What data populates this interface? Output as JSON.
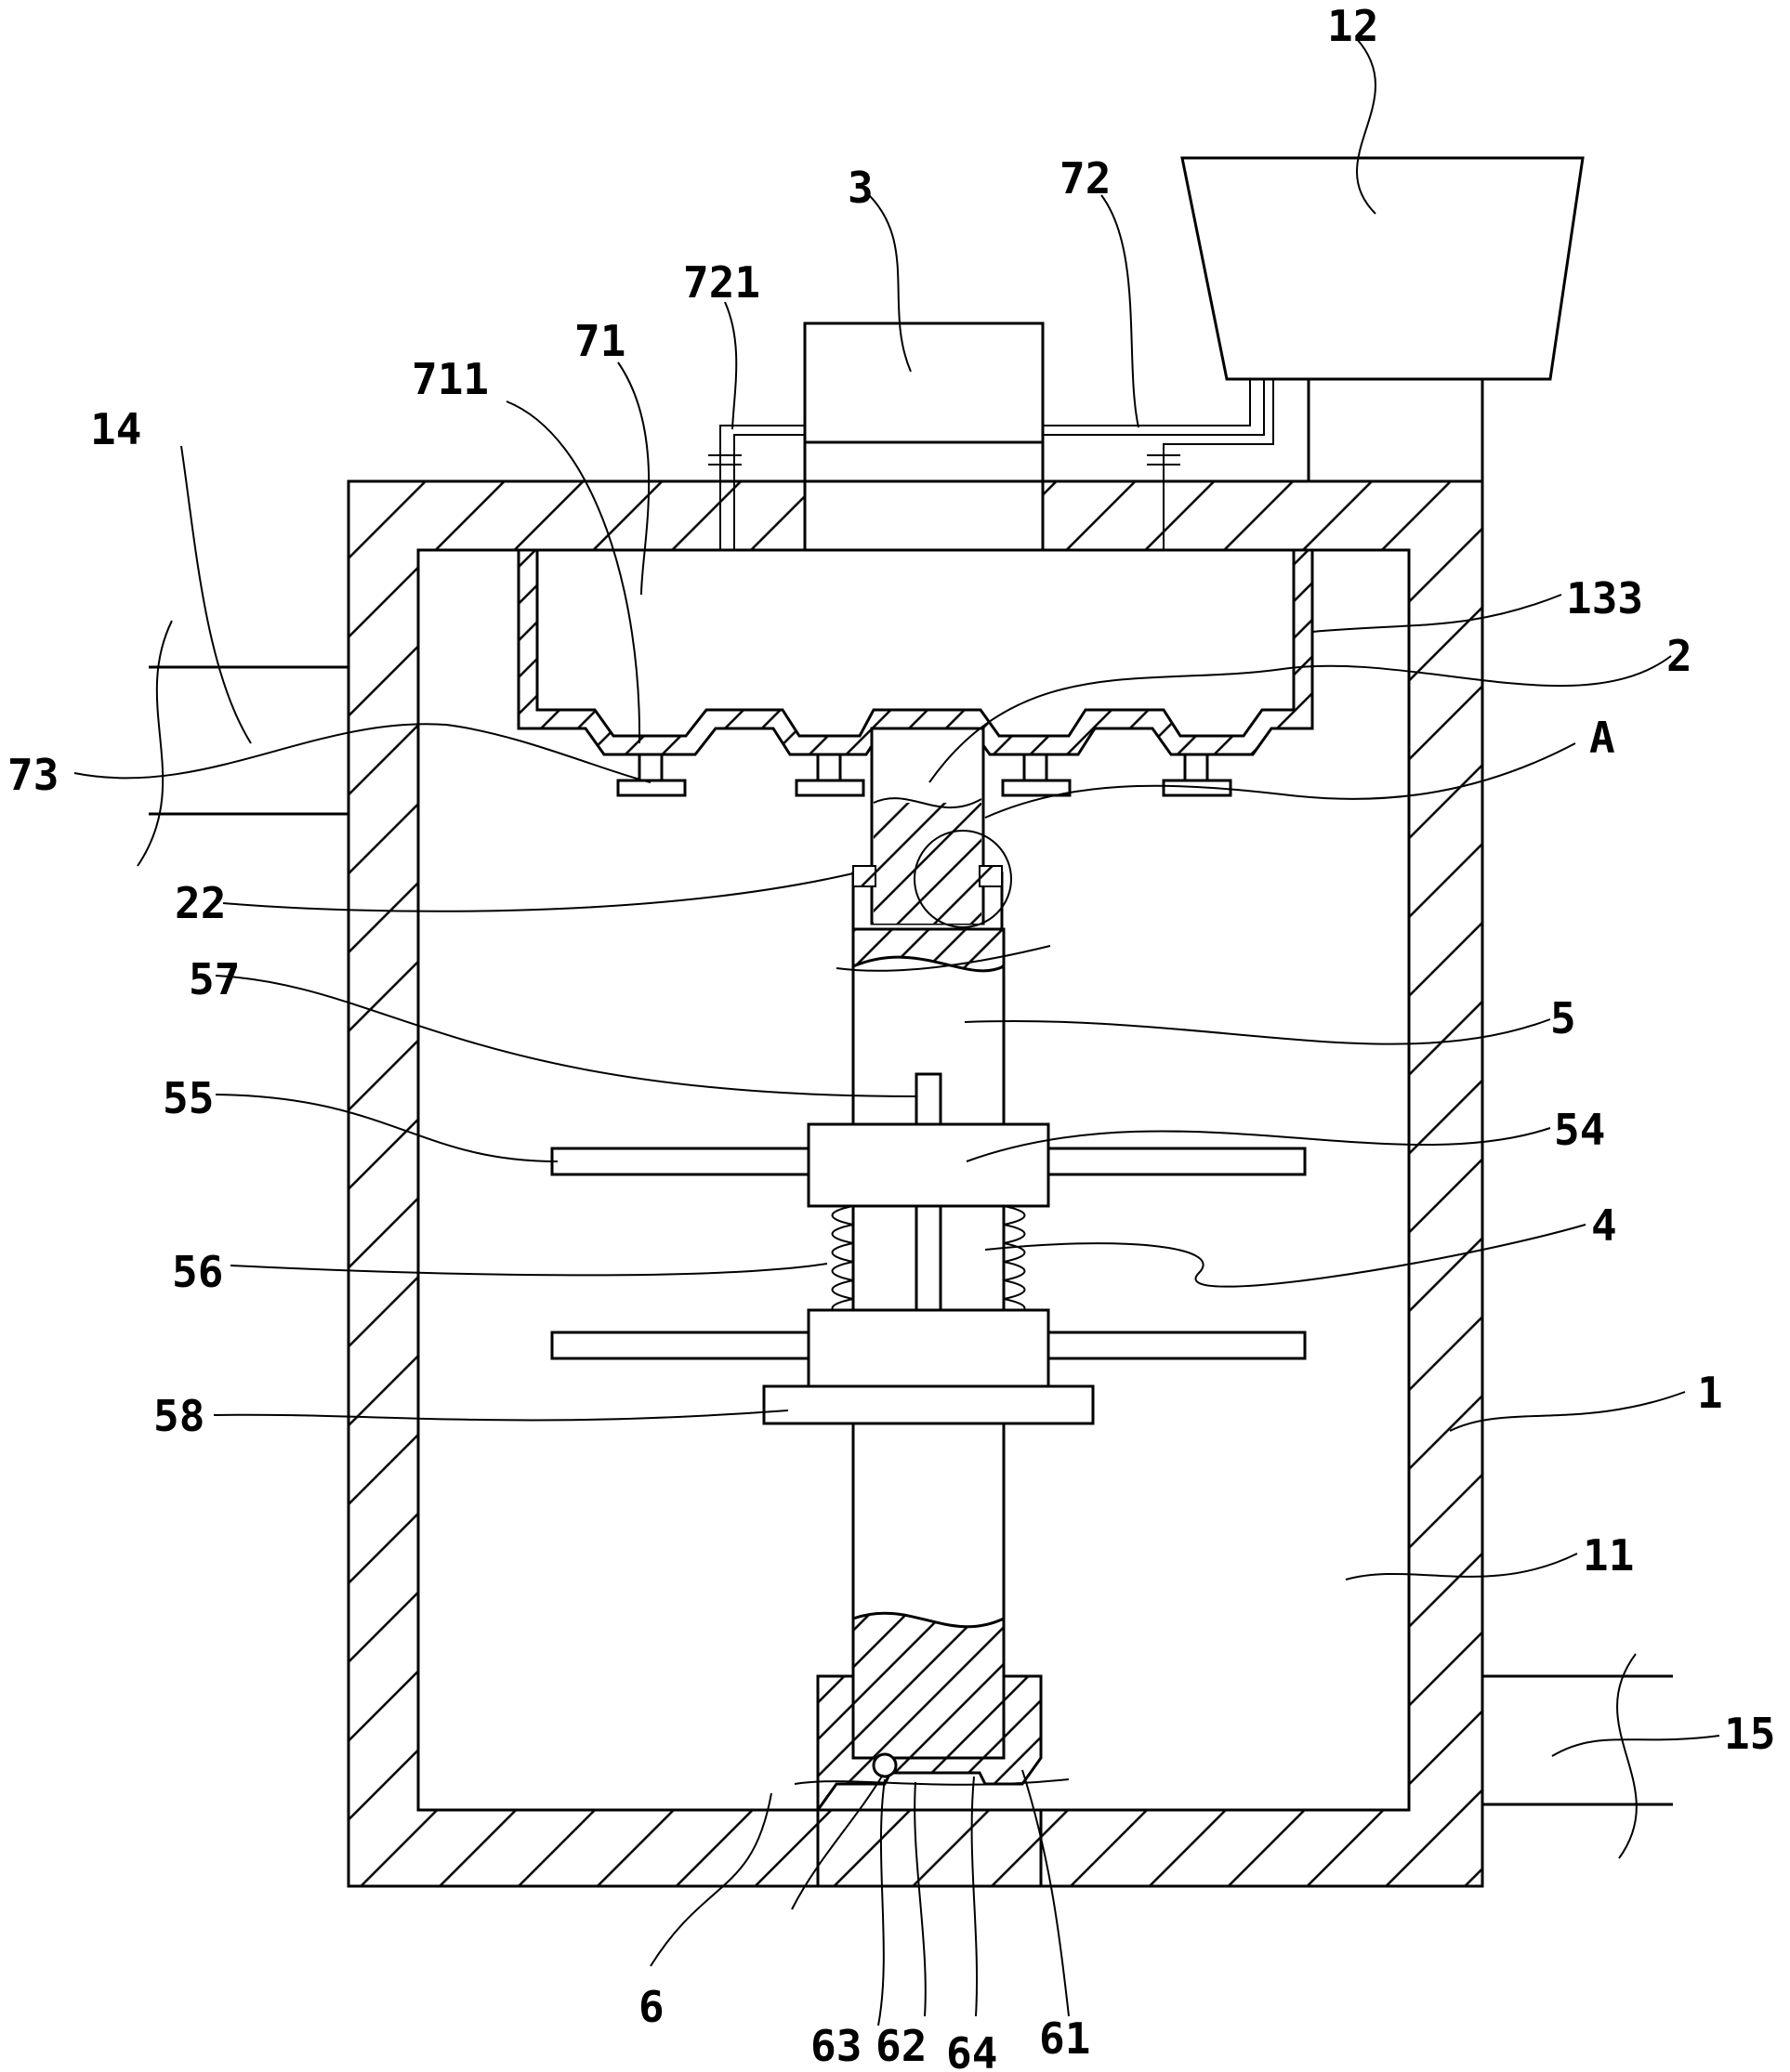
{
  "labels": {
    "l12": "12",
    "l3": "3",
    "l72": "72",
    "l721": "721",
    "l71": "71",
    "l711": "711",
    "l14": "14",
    "l73": "73",
    "l133": "133",
    "l2": "2",
    "lA": "A",
    "l22": "22",
    "l57": "57",
    "l5": "5",
    "l55": "55",
    "l54": "54",
    "l56": "56",
    "l4": "4",
    "l58": "58",
    "l1": "1",
    "l11": "11",
    "l15": "15",
    "l6": "6",
    "l63": "63",
    "l62": "62",
    "l64": "64",
    "l61": "61"
  }
}
